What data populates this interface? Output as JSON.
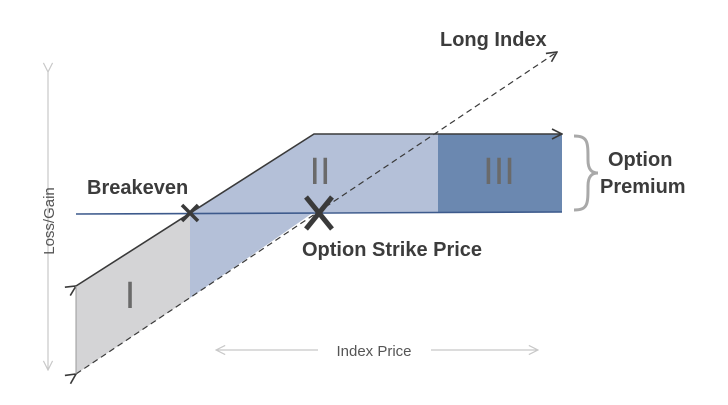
{
  "labels": {
    "long_index": "Long Index",
    "breakeven": "Breakeven",
    "option_strike_price": "Option Strike Price",
    "option_premium_line1": "Option",
    "option_premium_line2": "Premium",
    "loss_gain": "Loss/Gain",
    "index_price": "Index Price"
  },
  "regions": {
    "region_1": "I",
    "region_2": "II",
    "region_3": "III"
  },
  "colors": {
    "region_1_fill": "#d4d4d6",
    "region_2_fill": "#b4c0d8",
    "region_3_fill": "#6b88b0",
    "axis_line": "#3d5a8c",
    "payoff_line": "#3a3a3a",
    "premium_brace": "#a9a9a9",
    "marker": "#3a3a3a",
    "arrow_light": "#c8c8c8"
  },
  "icons": {
    "breakeven_marker": "x-mark-icon",
    "strike_marker": "x-mark-icon",
    "premium_bracket": "curly-brace-icon"
  }
}
